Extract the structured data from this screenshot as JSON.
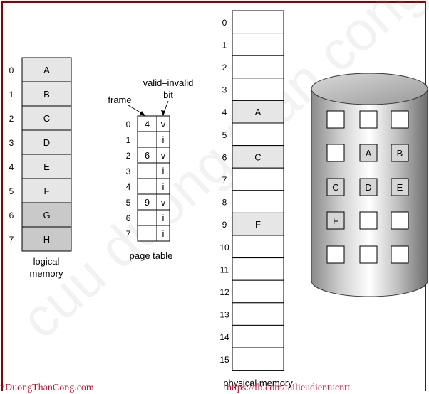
{
  "logical_memory": {
    "title_line1": "logical",
    "title_line2": "memory",
    "rows": [
      {
        "index": "0",
        "label": "A",
        "shade": "light"
      },
      {
        "index": "1",
        "label": "B",
        "shade": "light"
      },
      {
        "index": "2",
        "label": "C",
        "shade": "light"
      },
      {
        "index": "3",
        "label": "D",
        "shade": "light"
      },
      {
        "index": "4",
        "label": "E",
        "shade": "light"
      },
      {
        "index": "5",
        "label": "F",
        "shade": "light"
      },
      {
        "index": "6",
        "label": "G",
        "shade": "dark"
      },
      {
        "index": "7",
        "label": "H",
        "shade": "dark"
      }
    ]
  },
  "page_table": {
    "title": "page table",
    "frame_label": "frame",
    "valid_invalid_line1": "valid–invalid",
    "valid_invalid_line2": "bit",
    "rows": [
      {
        "index": "0",
        "frame": "4",
        "bit": "v"
      },
      {
        "index": "1",
        "frame": "",
        "bit": "i"
      },
      {
        "index": "2",
        "frame": "6",
        "bit": "v"
      },
      {
        "index": "3",
        "frame": "",
        "bit": "i"
      },
      {
        "index": "4",
        "frame": "",
        "bit": "i"
      },
      {
        "index": "5",
        "frame": "9",
        "bit": "v"
      },
      {
        "index": "6",
        "frame": "",
        "bit": "i"
      },
      {
        "index": "7",
        "frame": "",
        "bit": "i"
      }
    ]
  },
  "physical_memory": {
    "title": "physical memory",
    "frames": [
      {
        "index": "0",
        "label": ""
      },
      {
        "index": "1",
        "label": ""
      },
      {
        "index": "2",
        "label": ""
      },
      {
        "index": "3",
        "label": ""
      },
      {
        "index": "4",
        "label": "A"
      },
      {
        "index": "5",
        "label": ""
      },
      {
        "index": "6",
        "label": "C"
      },
      {
        "index": "7",
        "label": ""
      },
      {
        "index": "8",
        "label": ""
      },
      {
        "index": "9",
        "label": "F"
      },
      {
        "index": "10",
        "label": ""
      },
      {
        "index": "11",
        "label": ""
      },
      {
        "index": "12",
        "label": ""
      },
      {
        "index": "13",
        "label": ""
      },
      {
        "index": "14",
        "label": ""
      },
      {
        "index": "15",
        "label": ""
      }
    ]
  },
  "disk": {
    "grid": [
      [
        "",
        "",
        ""
      ],
      [
        "",
        "A",
        "B"
      ],
      [
        "C",
        "D",
        "E"
      ],
      [
        "F",
        "",
        ""
      ],
      [
        "",
        "",
        ""
      ]
    ]
  },
  "watermarks": {
    "left": "nDuongThanCong.com",
    "right": "https://fb.com/tailieudientucntt",
    "diagonal": "cuu duong than cong . com"
  },
  "colors": {
    "border": "#8b0000",
    "light_cell": "#e6e6e6",
    "dark_cell": "#c9c9c9",
    "watermark": "#c8102e"
  }
}
